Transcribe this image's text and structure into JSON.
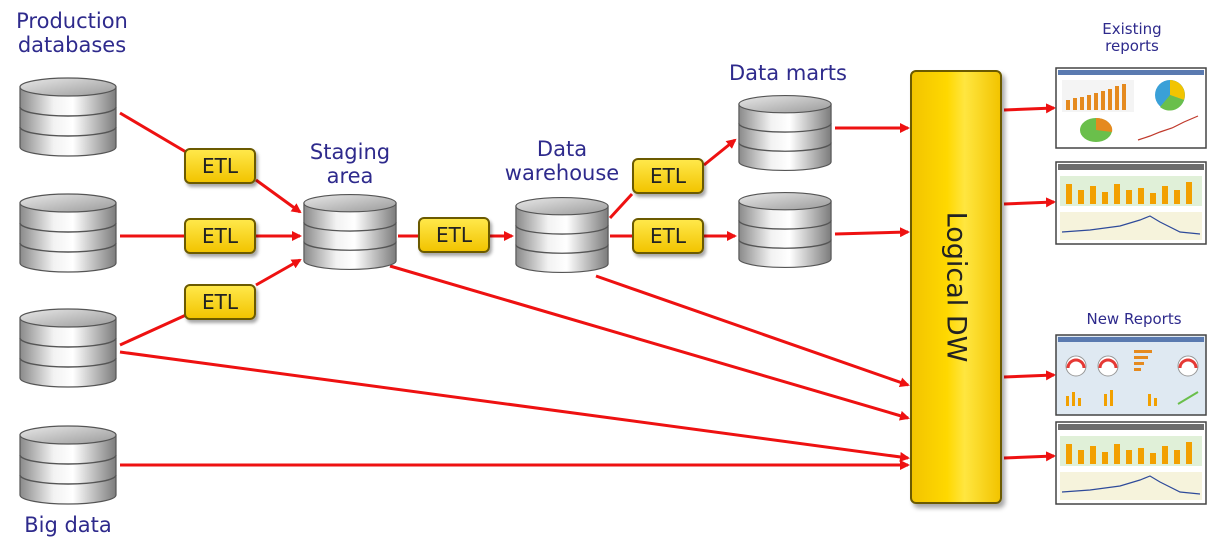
{
  "labels": {
    "production_databases": "Production\ndatabases",
    "big_data": "Big data",
    "staging_area": "Staging\narea",
    "data_warehouse": "Data\nwarehouse",
    "data_marts": "Data marts",
    "existing_reports": "Existing\nreports",
    "new_reports": "New Reports",
    "logical_dw": "Logical DW"
  },
  "etl_label": "ETL",
  "colors": {
    "arrow": "#ee1111",
    "label_text": "#2e2a8c",
    "etl_fill": "#ffd700",
    "logical_dw_fill": "#ffd800"
  }
}
